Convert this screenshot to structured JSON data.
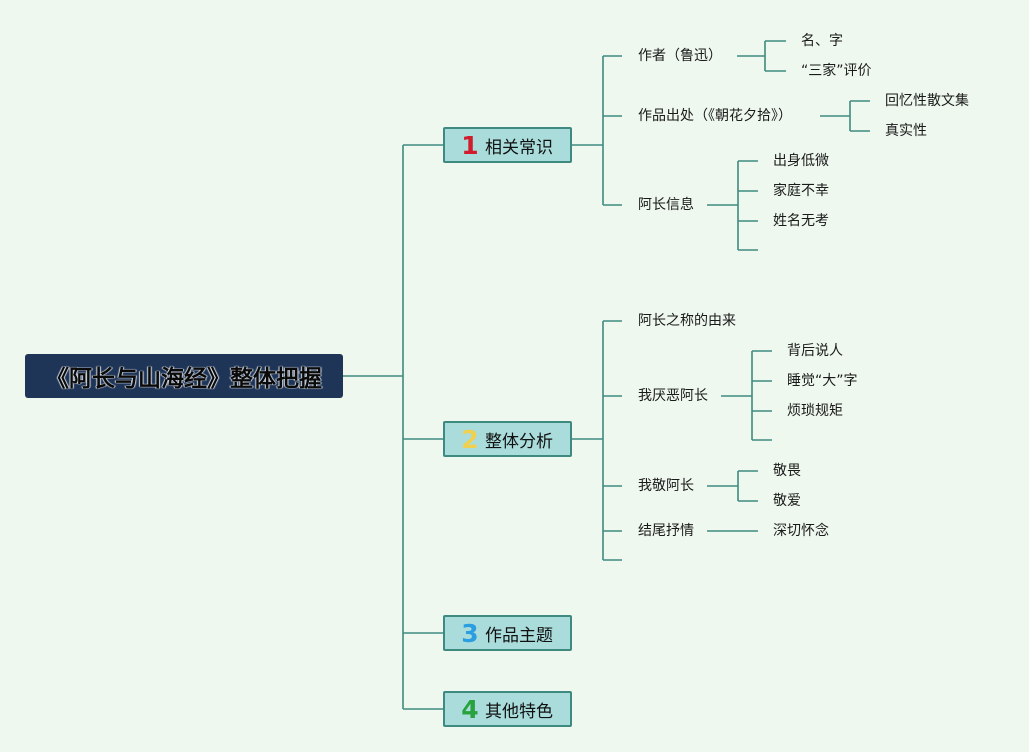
{
  "root": {
    "title": "《阿长与山海经》整体把握"
  },
  "branches": [
    {
      "number": "1",
      "color": "#d01c2c",
      "label": "相关常识",
      "children": [
        {
          "label": "作者（鲁迅）",
          "children": [
            "名、字",
            "“三家”评价"
          ]
        },
        {
          "label": "作品出处（《朝花夕拾》）",
          "children": [
            "回忆性散文集",
            "真实性"
          ]
        },
        {
          "label": "阿长信息",
          "children": [
            "出身低微",
            "家庭不幸",
            "姓名无考",
            ""
          ]
        }
      ]
    },
    {
      "number": "2",
      "color": "#f0d050",
      "label": "整体分析",
      "children": [
        {
          "label": "阿长之称的由来",
          "children": []
        },
        {
          "label": "我厌恶阿长",
          "children": [
            "背后说人",
            "睡觉“大”字",
            "烦琐规矩",
            ""
          ]
        },
        {
          "label": "我敬阿长",
          "children": [
            "敬畏",
            "敬爱"
          ]
        },
        {
          "label": "结尾抒情",
          "children": [
            "深切怀念"
          ]
        },
        {
          "label": "",
          "children": []
        }
      ]
    },
    {
      "number": "3",
      "color": "#2a9ee0",
      "label": "作品主题",
      "children": []
    },
    {
      "number": "4",
      "color": "#28a23c",
      "label": "其他特色",
      "children": []
    }
  ]
}
